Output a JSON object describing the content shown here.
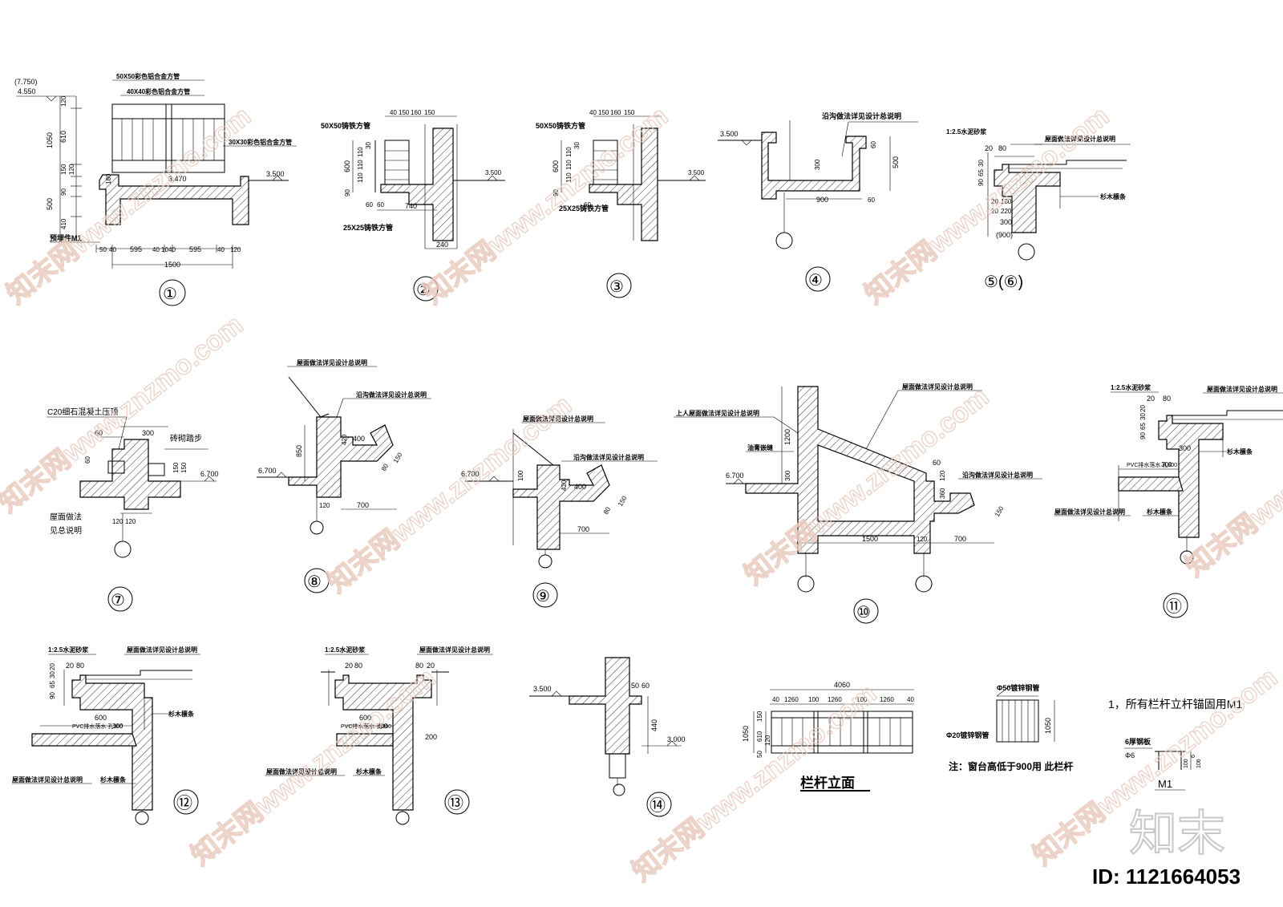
{
  "details": [
    {
      "id": "d1",
      "label": "①",
      "notes": [
        "50X50彩色铝合金方管",
        "40X40彩色铝合金方管",
        "30X30彩色铝合金方管",
        "预埋件M1"
      ],
      "dims": [
        "(7.750)",
        "4.550",
        "120",
        "610",
        "1050",
        "150",
        "120",
        "90",
        "500",
        "410",
        "180",
        "3.470",
        "3.500",
        "50",
        "40",
        "595",
        "40",
        "10",
        "40",
        "595",
        "40",
        "120",
        "1500"
      ]
    },
    {
      "id": "d2",
      "label": "②",
      "notes": [
        "50X50铸铁方管",
        "25X25铸铁方管"
      ],
      "dims": [
        "40",
        "150",
        "160",
        "150",
        "110",
        "110",
        "110",
        "30",
        "600",
        "90",
        "60",
        "60",
        "740",
        "240",
        "3.500"
      ]
    },
    {
      "id": "d3",
      "label": "③",
      "notes": [
        "50X50铸铁方管",
        "25X25铸铁方管"
      ],
      "dims": [
        "40",
        "150",
        "160",
        "150",
        "110",
        "110",
        "110",
        "30",
        "600",
        "90",
        "60",
        "3.500"
      ]
    },
    {
      "id": "d4",
      "label": "④",
      "notes": [
        "沿沟做法详见设计总说明"
      ],
      "dims": [
        "3.500",
        "300",
        "500",
        "60",
        "900",
        "60"
      ]
    },
    {
      "id": "d5",
      "label": "⑤(⑥)",
      "notes": [
        "1:2.5水泥砂浆",
        "屋面做法详见设计总说明",
        "杉木檩条"
      ],
      "dims": [
        "20",
        "80",
        "90",
        "65",
        "30",
        "20",
        "180",
        "20",
        "220",
        "300",
        "(900)"
      ]
    },
    {
      "id": "d7",
      "label": "⑦",
      "notes": [
        "C20细石混凝土压顶",
        "砖砌踏步",
        "屋面做法",
        "见总说明"
      ],
      "dims": [
        "60",
        "300",
        "60",
        "150",
        "150",
        "6.700",
        "120",
        "120"
      ]
    },
    {
      "id": "d8",
      "label": "⑧",
      "notes": [
        "屋面做法详见设计总说明",
        "沿沟做法详见设计总说明"
      ],
      "dims": [
        "850",
        "400",
        "420",
        "80",
        "150",
        "6.700",
        "120",
        "700"
      ]
    },
    {
      "id": "d9",
      "label": "⑨",
      "notes": [
        "屋面做法详见设计总说明",
        "沿沟做法详见设计总说明"
      ],
      "dims": [
        "6.700",
        "100",
        "420",
        "400",
        "80",
        "150",
        "700"
      ]
    },
    {
      "id": "d10",
      "label": "⑩",
      "notes": [
        "屋面做法详见设计总说明",
        "上人屋面做法详见设计总说明",
        "油膏嵌缝",
        "沿沟做法详见设计总说明"
      ],
      "dims": [
        "1200",
        "300",
        "6.700",
        "60",
        "120",
        "360",
        "150",
        "1500",
        "120",
        "700"
      ]
    },
    {
      "id": "d11",
      "label": "⑪",
      "notes": [
        "1:2.5水泥砂浆",
        "屋面做法详见设计总说明",
        "杉木檩条",
        "PVC排水落水 孔300",
        "屋面做法详见设计总说明",
        "杉木檩条"
      ],
      "dims": [
        "20",
        "80",
        "90",
        "65",
        "30",
        "20",
        "300",
        "300"
      ]
    },
    {
      "id": "d12",
      "label": "⑫",
      "notes": [
        "1:2.5水泥砂浆",
        "屋面做法详见设计总说明",
        "杉木檩条",
        "PVC排水落水 孔300",
        "屋面做法详见设计总说明",
        "杉木檩条"
      ],
      "dims": [
        "20",
        "80",
        "90",
        "65",
        "30",
        "20",
        "600",
        "300"
      ]
    },
    {
      "id": "d13",
      "label": "⑬",
      "notes": [
        "1:2.5水泥砂浆",
        "屋面做法详见设计总说明",
        "PVC排水落水 孔300",
        "屋面做法详见设计总说明",
        "杉木檩条"
      ],
      "dims": [
        "20",
        "80",
        "80",
        "20",
        "600",
        "300",
        "200"
      ]
    },
    {
      "id": "d14",
      "label": "⑭",
      "notes": [],
      "dims": [
        "3.500",
        "50",
        "60",
        "440",
        "3.000"
      ]
    }
  ],
  "railing": {
    "title": "栏杆立面",
    "dims": [
      "4060",
      "40",
      "1260",
      "100",
      "1260",
      "100",
      "1260",
      "40",
      "1050",
      "50",
      "610",
      "150",
      "120"
    ]
  },
  "pipe": {
    "notes": [
      "Φ50镀锌钢管",
      "Φ20镀锌钢管"
    ],
    "dims": [
      "1050"
    ],
    "caption": "注：窗台高低于900用 此栏杆"
  },
  "m1": {
    "note": "1，所有栏杆立杆锚固用M1",
    "plate": "6厚钢板",
    "rod": "Φ6",
    "dims": [
      "100",
      "6",
      "106"
    ],
    "label": "M1"
  },
  "logo_text": "知末",
  "id_text": "ID: 1121664053",
  "watermark": "知末网www.znzmo.com",
  "colors": {
    "ink": "#000000",
    "watermark": "#e9c9bd",
    "background": "#ffffff"
  }
}
